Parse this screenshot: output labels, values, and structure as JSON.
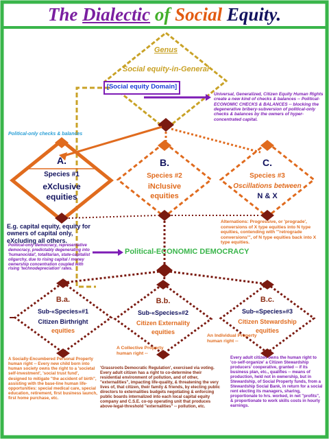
{
  "title": {
    "p1": "The",
    "p2": "Dialectic",
    "p3": "of",
    "p4": "Social",
    "p5": "Equity."
  },
  "genus": {
    "label": "Genus",
    "name": "Social equity-in-General",
    "domain": "[Social equity Domain]"
  },
  "universal_note": "Universal, Generalized, Citizen Equity Human Rights create a new kind of checks & balances -- Political-ECONOMIC CHECKS & BALANCES -- blocking the degenerative bribery-subversion of political-only checks & balances by the owners of hyper-concentrated capital.",
  "political_only_label": "Political-only checks & balances",
  "species": [
    {
      "letter": "A.",
      "label": "Species #1",
      "name1": "eXclusive",
      "name2": "equities"
    },
    {
      "letter": "B.",
      "label": "Species #2",
      "name1": "iNclusive",
      "name2": "equities"
    },
    {
      "letter": "C.",
      "label": "Species #3",
      "name1": "Oscillations between",
      "name2": "N & X"
    }
  ],
  "exclusive_example": "E.g. capital equity, equity for owners of capital only, eXcluding all others.",
  "exclusive_note": "Political-only democracy, representative democracy, predictably degenerating into 'humanocidal', totalitarian, state-capitalist oligarchy, due to rising capital / money ownership concentration coupled with rising 'technodepreciation' rates.",
  "alternations_note": "Alternations: Progressive, or 'prograde', conversions of X type equities into N type equities, contending with '''retrograde conversions''', of N type equities back into X type equities.",
  "ped_label": "Political-ECONOMIC DEMOCRACY",
  "subspecies": [
    {
      "letter": "B.a.",
      "label": "Sub-«Species»#1",
      "name1": "Citizen Birthright",
      "name2": "equities"
    },
    {
      "letter": "B.b.",
      "label": "Sub-«Species»#2",
      "name1": "Citizen Externality",
      "name2": "equities"
    },
    {
      "letter": "B.c.",
      "label": "Sub-«Species»#3",
      "name1": "Citizen Stewardship",
      "name2": "equities"
    }
  ],
  "collective_label": "A Collective Property human right --",
  "individual_label": "An Individual Property human right --",
  "birthright_note": "A Socially-Encumbered Personal Property human right -- Every new child born into human society owns the right to a 'societal self-investment', 'social trust fund', designed to mitigate \"the accident of birth\", assisting with the base-line human life-opportunities: special medical care, special education, retirement, first business launch, first home purchase, etc.",
  "externality_note": "'Grassroots Democratic Regulation', exercised via voting. Every adult citizen has a right to co-determine their residential environment of pollution, and of other, \"externalities\", impacting life-quality, & threatening the very lives of, that citizen, their family & friends, by electing public directors to externalities budgets negotiating & enforcing public boards internalized into each local capital equity company and C.S.E. co-op operating unit that produces above-legal-threshold \"externalities\" -- pollution, etc.",
  "stewardship_note": "Every adult citizen owns the human right to 'co-self-organize' a Citizen Stewardship producers' cooperative, granted -- if its business plan, etc., qualifies -- means of production, held not in ownership, but in Stewardship, of Social Property funds, from a Stewardship Social Bank, in return for a social rent electing its managers, sharing, proportionate to hrs. worked, in net \"profits\", & proportionate to work skills costs in hourly earnings.",
  "colors": {
    "border": "#39b54a",
    "genus": "#c9a227",
    "orange": "#e06b1e",
    "maroon": "#7a1a10",
    "purple": "#7d1bb5",
    "navy": "#12135e"
  }
}
